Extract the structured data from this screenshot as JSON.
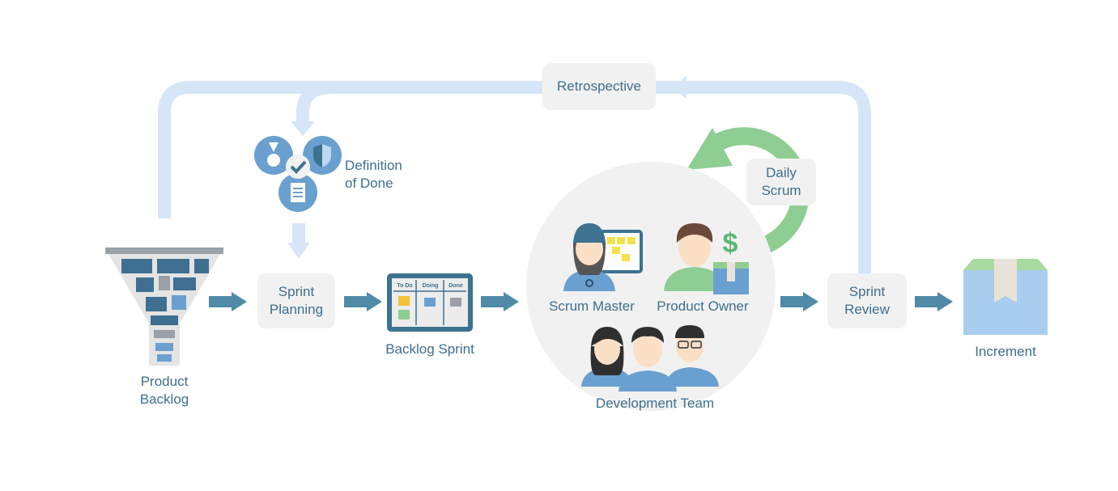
{
  "stages": {
    "product_backlog": "Product\nBacklog",
    "sprint_planning": "Sprint\nPlanning",
    "backlog_sprint": "Backlog Sprint",
    "scrum_master": "Scrum Master",
    "product_owner": "Product Owner",
    "development_team": "Development Team",
    "sprint_review": "Sprint\nReview",
    "increment": "Increment",
    "retrospective": "Retrospective",
    "definition_of_done": "Definition\nof Done",
    "daily_scrum": "Daily\nScrum"
  },
  "board_columns": [
    "To Do",
    "Doing",
    "Done"
  ],
  "colors": {
    "flow_arrow": "#4f8aa6",
    "loop_arrow": "#d6e6f8",
    "daily_loop": "#8fce92",
    "label_text": "#3f6f8d",
    "box_bg": "#f1f1f1"
  },
  "icons": [
    "funnel-icon",
    "kanban-board-icon",
    "medal-icon",
    "shield-icon",
    "document-icon",
    "checkmark-icon",
    "box-icon",
    "dollar-icon"
  ]
}
